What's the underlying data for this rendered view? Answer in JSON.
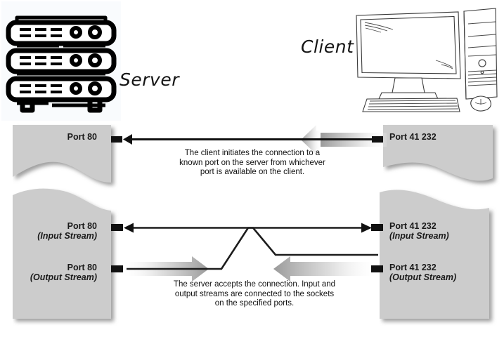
{
  "figure": {
    "title": "Client-server socket connection diagram",
    "icons": {
      "server": "server-rack-icon",
      "client": "desktop-computer-icon"
    },
    "labels": {
      "server": "Server",
      "client": "Client"
    }
  },
  "stage1": {
    "server_port": "Port 80",
    "client_port": "Port 41 232",
    "caption": "The client initiates the connection to a\nknown port on the server from whichever\nport is available on the client."
  },
  "stage2": {
    "server_input_port": "Port 80",
    "server_input_sub": "(Input Stream)",
    "server_output_port": "Port 80",
    "server_output_sub": "(Output Stream)",
    "client_input_port": "Port 41 232",
    "client_input_sub": "(Input Stream)",
    "client_output_port": "Port 41 232",
    "client_output_sub": "(Output Stream)",
    "caption": "The server accepts the connection. Input and\noutput streams are connected to the sockets\non the specified ports."
  },
  "colors": {
    "panel_fill": "#cccccc",
    "panel_shadow": "#9a9a9a",
    "wire": "#141414",
    "arrow_gray_dark": "#9d9d9d",
    "icon_box": "#f9fbfd",
    "text": "#1a1a1a"
  }
}
